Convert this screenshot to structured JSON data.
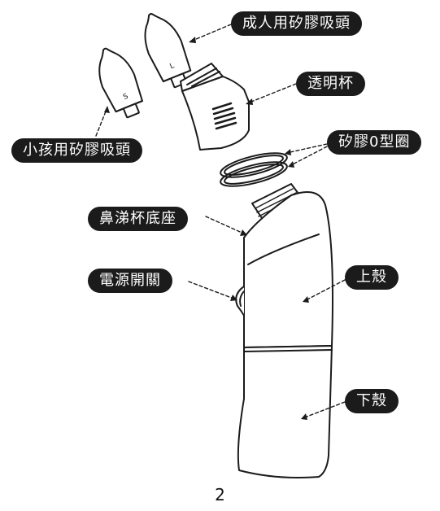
{
  "labels": {
    "adult_tip": "成人用矽膠吸頭",
    "cup": "透明杯",
    "oring": "矽膠0型圈",
    "child_tip": "小孩用矽膠吸頭",
    "base": "鼻涕杯底座",
    "power": "電源開關",
    "upper_shell": "上殼",
    "lower_shell": "下殼"
  },
  "tip_marks": {
    "adult": "L",
    "child": "S"
  },
  "page_number": "2"
}
